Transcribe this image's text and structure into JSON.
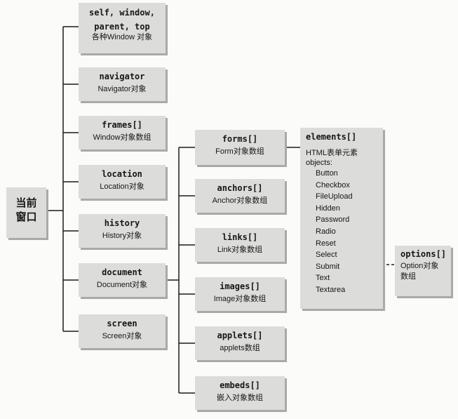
{
  "root": {
    "label_line1": "当前",
    "label_line2": "窗口"
  },
  "window_children": [
    {
      "title_line1": "self, window,",
      "title_line2": "parent, top",
      "desc": "各种Window 对象"
    },
    {
      "title": "navigator",
      "desc": "Navigator对象"
    },
    {
      "title": "frames[]",
      "desc": "Window对象数组"
    },
    {
      "title": "location",
      "desc": "Location对象"
    },
    {
      "title": "history",
      "desc": "History对象"
    },
    {
      "title": "document",
      "desc": "Document对象"
    },
    {
      "title": "screen",
      "desc": "Screen对象"
    }
  ],
  "document_children": [
    {
      "title": "forms[]",
      "desc": "Form对象数组"
    },
    {
      "title": "anchors[]",
      "desc": "Anchor对象数组"
    },
    {
      "title": "links[]",
      "desc": "Link对象数组"
    },
    {
      "title": "images[]",
      "desc": "Image对象数组"
    },
    {
      "title": "applets[]",
      "desc": "applets数组"
    },
    {
      "title": "embeds[]",
      "desc": "嵌入对象数组"
    }
  ],
  "elements": {
    "title": "elements[]",
    "desc_line1": "HTML表单元素",
    "desc_line2": "objects:",
    "items": [
      "Button",
      "Checkbox",
      "FileUpload",
      "Hidden",
      "Password",
      "Radio",
      "Reset",
      "Select",
      "Submit",
      "Text",
      "Textarea"
    ]
  },
  "options": {
    "title": "options[]",
    "desc_line1": "Option对象",
    "desc_line2": "数组"
  }
}
